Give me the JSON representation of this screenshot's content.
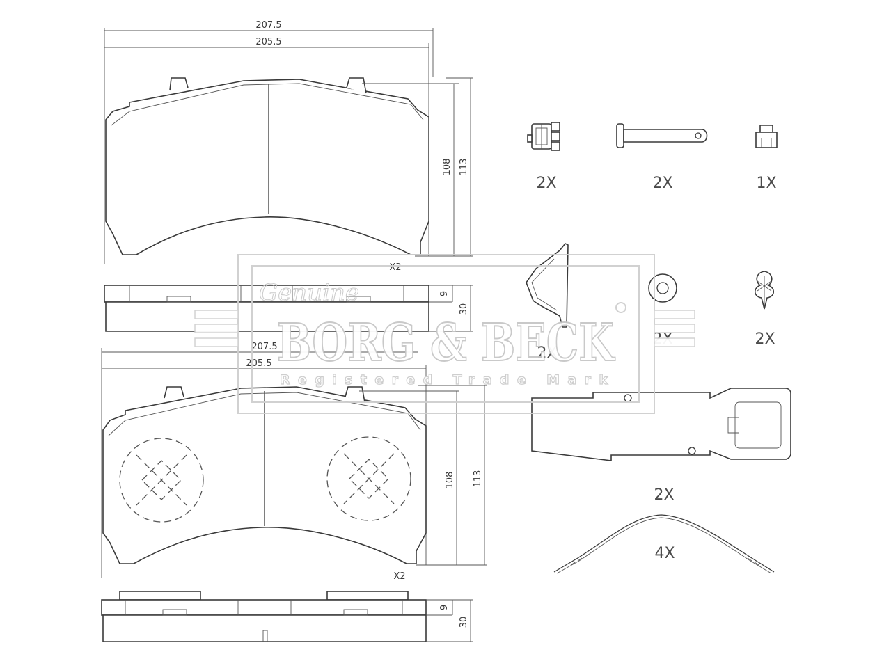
{
  "dimensions": {
    "top_width_outer": "207.5",
    "top_width_inner": "205.5",
    "top_height_inner": "108",
    "top_height_outer": "113",
    "top_pair_label": "X2",
    "top_side_thin": "9",
    "top_side_thick": "30",
    "bottom_width_outer": "207.5",
    "bottom_width_inner": "205.5",
    "bottom_height_inner": "108",
    "bottom_height_outer": "113",
    "bottom_pair_label": "X2",
    "bottom_side_thin": "9",
    "bottom_side_thick": "30"
  },
  "accessories": [
    {
      "name": "sensor-clip",
      "quantity": "2X"
    },
    {
      "name": "pin",
      "quantity": "2X"
    },
    {
      "name": "small-clip",
      "quantity": "1X"
    },
    {
      "name": "bracket",
      "quantity": "2X"
    },
    {
      "name": "washer",
      "quantity": "2X"
    },
    {
      "name": "spring-clip",
      "quantity": "2X"
    },
    {
      "name": "retaining-plate",
      "quantity": "2X"
    },
    {
      "name": "spring-strip",
      "quantity": "4X"
    }
  ],
  "watermark": {
    "brand": "BORG & BECK",
    "tagline": "Registered Trade Mark",
    "script": "Genuine"
  }
}
